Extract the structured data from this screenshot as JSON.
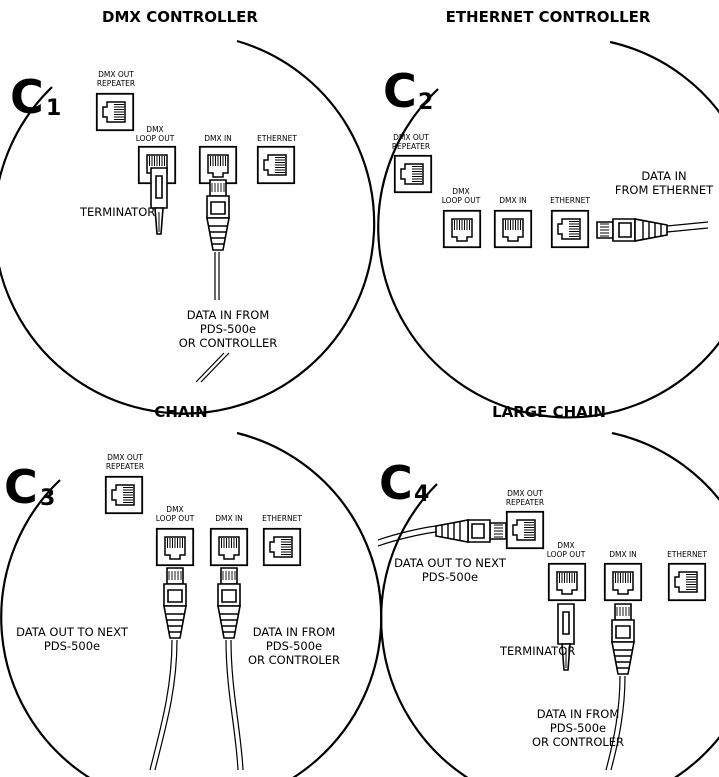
{
  "panels": [
    {
      "title": "DMX CONTROLLER",
      "badge": "C",
      "badge_num": "1",
      "ports": {
        "repeater": [
          "DMX OUT",
          "REPEATER"
        ],
        "loop": [
          "DMX",
          "LOOP OUT"
        ],
        "dmxin": "DMX IN",
        "ethernet": "ETHERNET"
      },
      "labels": {
        "terminator": "TERMINATOR",
        "data_in": [
          "DATA IN FROM",
          "PDS-500e",
          "OR CONTROLLER"
        ]
      }
    },
    {
      "title": "ETHERNET CONTROLLER",
      "badge": "C",
      "badge_num": "2",
      "ports": {
        "repeater": [
          "DMX OUT",
          "REPEATER"
        ],
        "loop": [
          "DMX",
          "LOOP OUT"
        ],
        "dmxin": "DMX IN",
        "ethernet": "ETHERNET"
      },
      "labels": {
        "data_in": [
          "DATA IN",
          "FROM ETHERNET"
        ]
      }
    },
    {
      "title": "CHAIN",
      "badge": "C",
      "badge_num": "3",
      "ports": {
        "repeater": [
          "DMX OUT",
          "REPEATER"
        ],
        "loop": [
          "DMX",
          "LOOP OUT"
        ],
        "dmxin": "DMX IN",
        "ethernet": "ETHERNET"
      },
      "labels": {
        "data_out": [
          "DATA OUT TO NEXT",
          "PDS-500e"
        ],
        "data_in": [
          "DATA IN FROM",
          "PDS-500e",
          "OR CONTROLER"
        ]
      }
    },
    {
      "title": "LARGE CHAIN",
      "badge": "C",
      "badge_num": "4",
      "ports": {
        "repeater": [
          "DMX OUT",
          "REPEATER"
        ],
        "loop": [
          "DMX",
          "LOOP OUT"
        ],
        "dmxin": "DMX IN",
        "ethernet": "ETHERNET"
      },
      "labels": {
        "data_out": [
          "DATA OUT TO NEXT",
          "PDS-500e"
        ],
        "terminator": "TERMINATOR",
        "data_in": [
          "DATA IN FROM",
          "PDS-500e",
          "OR CONTROLER"
        ]
      }
    }
  ]
}
